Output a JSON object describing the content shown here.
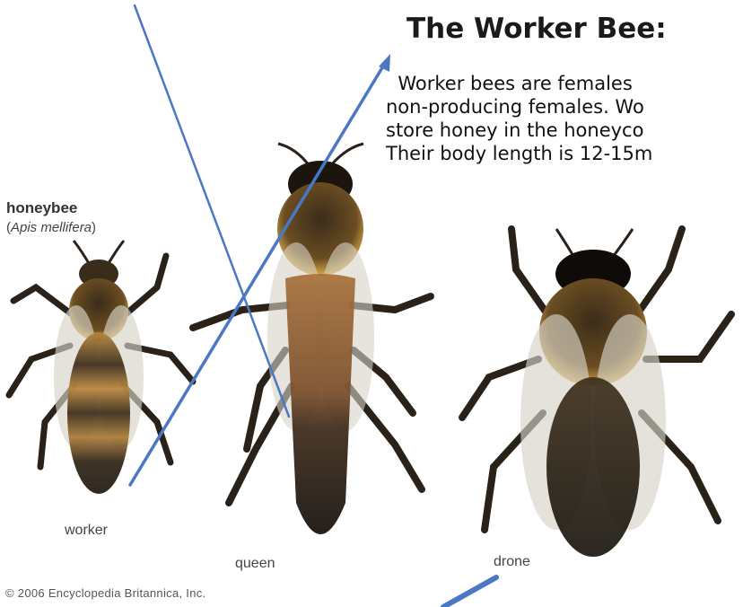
{
  "slide": {
    "title": "The Worker Bee:",
    "body_lines": [
      "  Worker bees are females",
      "non-producing females. Wo",
      "store honey in the honeyco",
      "Their body length is 12-15m"
    ]
  },
  "figure": {
    "species_name": "honeybee",
    "species_latin_open": "(",
    "species_latin": "Apis mellifera",
    "species_latin_close": ")",
    "labels": {
      "worker": "worker",
      "queen": "queen",
      "drone": "drone"
    },
    "copyright": "© 2006 Encyclopedia Britannica, Inc."
  },
  "colors": {
    "arrow": "#4a78c2",
    "bee_body_dark": "#2b2216",
    "bee_fur": "#c99a3c",
    "wing": "#d6d2c6",
    "leg": "#2a2118"
  }
}
